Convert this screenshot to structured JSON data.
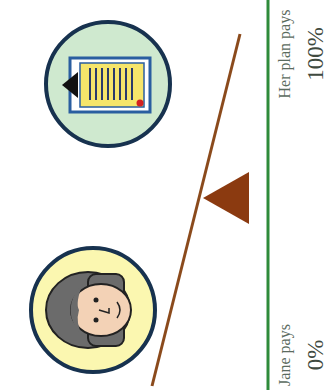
{
  "diagram": {
    "labels": [
      "Jane pays",
      "0%",
      "Her plan pays",
      "100%"
    ]
  }
}
